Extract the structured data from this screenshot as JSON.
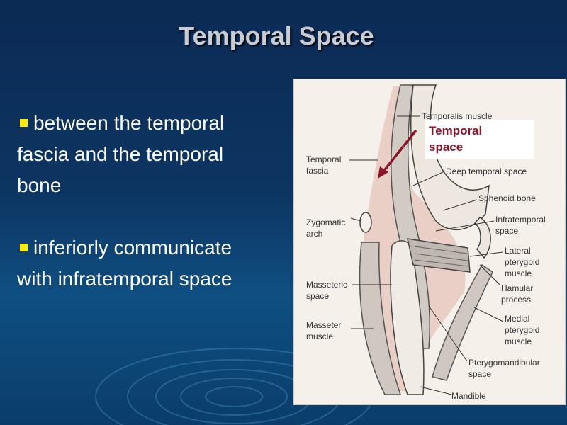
{
  "slide": {
    "title": "Temporal Space",
    "bullets": [
      {
        "line1": "between the temporal",
        "line2": "fascia and the temporal",
        "line3": "bone"
      },
      {
        "line1": "inferiorly communicate",
        "line2": "with infratemporal space"
      }
    ]
  },
  "figure": {
    "callout": {
      "line1": "Temporal",
      "line2": "space"
    },
    "labels": {
      "temporalis_muscle": "Temporalis muscle",
      "temporal_fascia": {
        "line1": "Temporal",
        "line2": "fascia"
      },
      "deep_temporal_space": "Deep temporal space",
      "sphenoid_bone": "Sphenoid bone",
      "zygomatic_arch": {
        "line1": "Zygomatic",
        "line2": "arch"
      },
      "infratemporal_space": {
        "line1": "Infratemporal",
        "line2": "space"
      },
      "lateral_pterygoid": {
        "line1": "Lateral",
        "line2": "pterygoid",
        "line3": "muscle"
      },
      "masseteric_space": {
        "line1": "Masseteric",
        "line2": "space"
      },
      "hamular_process": {
        "line1": "Hamular",
        "line2": "process"
      },
      "masseter_muscle": {
        "line1": "Masseter",
        "line2": "muscle"
      },
      "medial_pterygoid": {
        "line1": "Medial",
        "line2": "pterygoid",
        "line3": "muscle"
      },
      "pterygomandibular_space": {
        "line1": "Pterygomandibular",
        "line2": "space"
      },
      "mandible": "Mandible"
    }
  },
  "colors": {
    "bullet_mark": "#ffea00",
    "space_fill": "#eacfc6",
    "arrow": "#8a1428"
  }
}
